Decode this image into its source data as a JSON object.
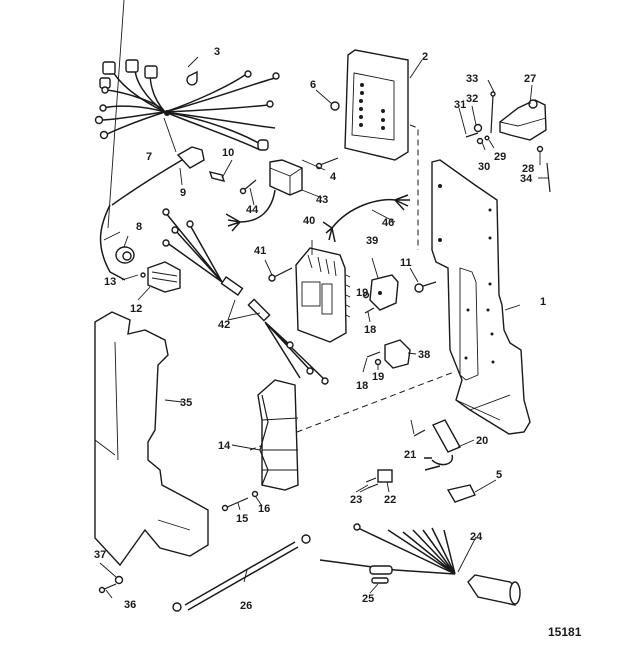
{
  "figure": {
    "reference_number": "15181",
    "callouts": [
      {
        "id": "1",
        "part": "mounting-plate"
      },
      {
        "id": "2",
        "part": "switch-box-bracket"
      },
      {
        "id": "3",
        "part": "clip"
      },
      {
        "id": "4",
        "part": "screw"
      },
      {
        "id": "5",
        "part": "terminal-block"
      },
      {
        "id": "6",
        "part": "nut"
      },
      {
        "id": "7",
        "part": "wiring-harness"
      },
      {
        "id": "8",
        "part": "grommet-and-cable"
      },
      {
        "id": "9",
        "part": "spark-plug-lead"
      },
      {
        "id": "10",
        "part": "sensor"
      },
      {
        "id": "11",
        "part": "bolt"
      },
      {
        "id": "12",
        "part": "connector-block"
      },
      {
        "id": "13",
        "part": "screw"
      },
      {
        "id": "14",
        "part": "ignition-coil-pack"
      },
      {
        "id": "15",
        "part": "screw"
      },
      {
        "id": "16",
        "part": "washer"
      },
      {
        "id": "18",
        "part": "screw"
      },
      {
        "id": "19",
        "part": "washer"
      },
      {
        "id": "20",
        "part": "capacitor"
      },
      {
        "id": "21",
        "part": "screw"
      },
      {
        "id": "22",
        "part": "clip"
      },
      {
        "id": "23",
        "part": "screws"
      },
      {
        "id": "24",
        "part": "main-harness-connector"
      },
      {
        "id": "25",
        "part": "fuse"
      },
      {
        "id": "26",
        "part": "ground-strap"
      },
      {
        "id": "27",
        "part": "starter-solenoid"
      },
      {
        "id": "28",
        "part": "nut"
      },
      {
        "id": "29",
        "part": "washer"
      },
      {
        "id": "30",
        "part": "nut"
      },
      {
        "id": "31",
        "part": "bolt"
      },
      {
        "id": "32",
        "part": "washer"
      },
      {
        "id": "33",
        "part": "jumper-lead"
      },
      {
        "id": "34",
        "part": "lead"
      },
      {
        "id": "35",
        "part": "cover"
      },
      {
        "id": "36",
        "part": "screw"
      },
      {
        "id": "37",
        "part": "washer"
      },
      {
        "id": "38",
        "part": "relay"
      },
      {
        "id": "39",
        "part": "rectifier"
      },
      {
        "id": "40",
        "part": "voltage-regulator"
      },
      {
        "id": "41",
        "part": "screw"
      },
      {
        "id": "42",
        "part": "sleeves"
      },
      {
        "id": "43",
        "part": "module"
      },
      {
        "id": "44",
        "part": "screw"
      },
      {
        "id": "46",
        "part": "harness"
      }
    ]
  }
}
